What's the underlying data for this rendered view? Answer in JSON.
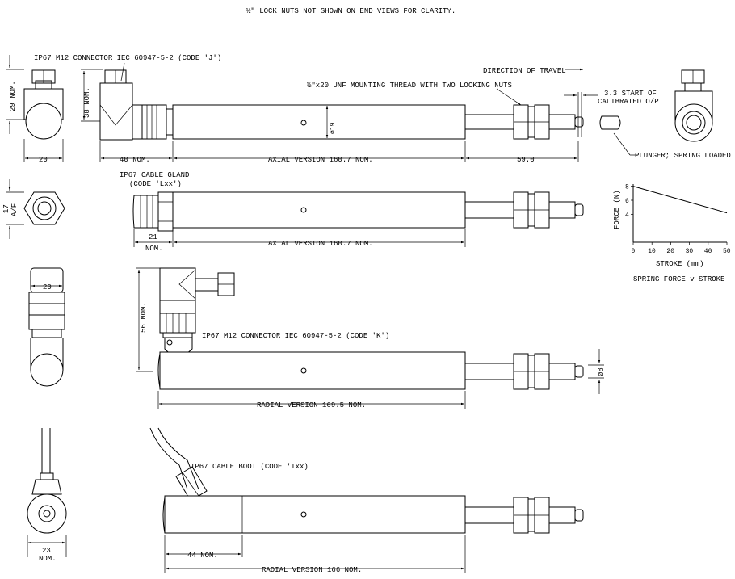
{
  "header_note": "½\" LOCK NUTS NOT SHOWN ON END VIEWS FOR CLARITY.",
  "labels": {
    "m12_connector_j": "IP67 M12 CONNECTOR IEC 60947-5-2 (CODE 'J')",
    "direction_of_travel": "DIRECTION OF TRAVEL",
    "mounting_thread": "½\"x20 UNF MOUNTING THREAD WITH TWO LOCKING NUTS",
    "start_calibrated_1": "3.3 START OF",
    "start_calibrated_2": "CALIBRATED O/P",
    "plunger": "PLUNGER; SPRING LOADED",
    "cable_gland_1": "IP67 CABLE GLAND",
    "cable_gland_2": "(CODE 'Lxx')",
    "m12_connector_k": "IP67 M12 CONNECTOR IEC 60947-5-2 (CODE 'K')",
    "cable_boot": "IP67 CABLE BOOT (CODE 'Ixx)"
  },
  "dimensions": {
    "d29": "29 NOM.",
    "d20a": "20",
    "d38": "38 NOM.",
    "d40": "40 NOM.",
    "axial1": "AXIAL VERSION 160.7 NOM.",
    "d19": "ø19",
    "d59": "59.0",
    "d17": "17",
    "af": "A/F",
    "d21": "21",
    "nom": "NOM.",
    "axial2": "AXIAL VERSION 160.7 NOM.",
    "d20b": "20",
    "d56": "56 NOM.",
    "d8": "ø8",
    "radial1": "RADIAL VERSION 169.5 NOM.",
    "d23": "23",
    "d44": "44 NOM.",
    "radial2": "RADIAL VERSION 166 NOM."
  },
  "chart_data": {
    "type": "line",
    "title": "SPRING FORCE v STROKE",
    "xlabel": "STROKE (mm)",
    "ylabel": "FORCE (N)",
    "x_ticks": [
      "0",
      "10",
      "20",
      "30",
      "40",
      "50"
    ],
    "y_ticks": [
      "8",
      "6",
      "4"
    ],
    "xlim": [
      0,
      50
    ],
    "ylim": [
      0,
      9
    ],
    "series": [
      {
        "x": [
          0,
          50
        ],
        "y": [
          8,
          4.2
        ]
      }
    ]
  }
}
